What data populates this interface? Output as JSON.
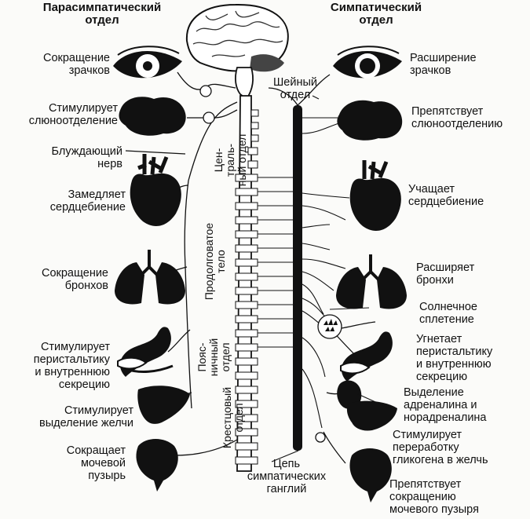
{
  "headings": {
    "parasympathetic": "Парасимпатический\nотдел",
    "sympathetic": "Симпатический\nотдел"
  },
  "left_labels": {
    "pupil": "Сокращение\nзрачков",
    "saliva": "Стимулирует\nслюноотделение",
    "vagus": "Блуждающий\nнерв",
    "heart": "Замедляет\nсердцебиение",
    "bronchi": "Сокращение\nбронхов",
    "stomach": "Стимулирует\nперистальтику\nи внутреннюю\nсекрецию",
    "bile": "Стимулирует\nвыделение желчи",
    "bladder": "Сокращает\nмочевой\nпузырь"
  },
  "right_labels": {
    "pupil": "Расширение\nзрачков",
    "saliva": "Препятствует\nслюноотделению",
    "heart": "Учащает\nсердцебиение",
    "bronchi": "Расширяет\nбронхи",
    "solar": "Солнечное\nсплетение",
    "stomach": "Угнетает\nперистальтику\nи внутреннюю\nсекрецию",
    "adrenal": "Выделение\nадреналина и\nнорадреналина",
    "glycogen": "Стимулирует\nпереработку\nгликогена в желчь",
    "bladder": "Препятствует\nсокращению\nмочевого пузыря"
  },
  "center_labels": {
    "cervical": "Шейный\nотдел",
    "chain": "Цепь\nсимпатических\nганглий"
  },
  "vertical_labels": {
    "central": "Цен-\nтраль-\nный отдел",
    "medulla": "Продолговатое\nтело",
    "lumbar": "Пояс-\nничный\nотдел",
    "sacral": "Крестцовый\nотдел"
  }
}
